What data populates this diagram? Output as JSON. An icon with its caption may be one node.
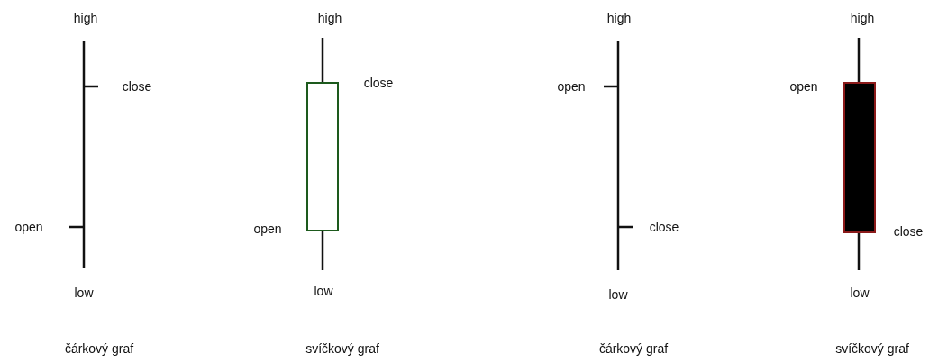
{
  "diagram": {
    "labels": [
      "high",
      "high",
      "high",
      "high",
      "close",
      "close",
      "open",
      "open",
      "open",
      "open",
      "close",
      "close",
      "low",
      "low",
      "low",
      "low",
      "čárkový graf",
      "svíčkový graf",
      "čárkový graf",
      "svíčkový graf"
    ]
  }
}
